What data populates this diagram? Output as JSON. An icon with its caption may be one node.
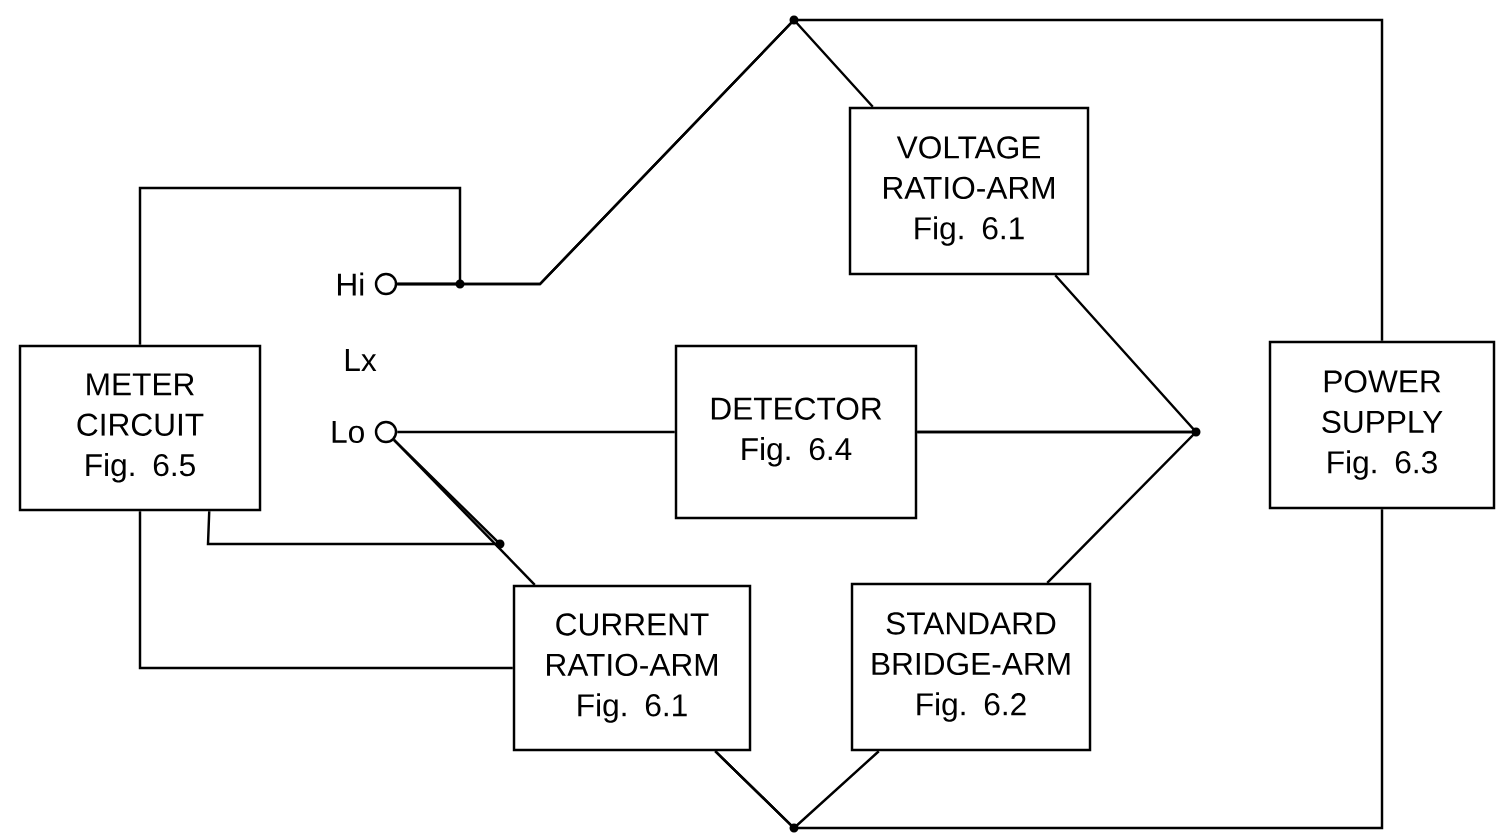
{
  "diagram": {
    "nodes": [
      {
        "text": [
          "METER CIRCUIT",
          "Fig. 6.5"
        ]
      },
      {
        "text": [],
        "shape": "circle",
        "beside": [
          "Hi"
        ]
      },
      {
        "text": [],
        "shape": "circle",
        "beside": [
          "Lo"
        ]
      },
      {
        "text": [
          "DETECTOR",
          "Fig. 6.4"
        ]
      },
      {
        "text": [
          "CURRENT RATIO-ARM",
          "Fig. 6.1"
        ]
      },
      {
        "text": [
          "VOLTAGE RATIO-ARM",
          "Fig. 6.1"
        ]
      },
      {
        "text": [
          "STANDARD BRIDGE-ARM",
          "Fig. 6.2"
        ]
      },
      {
        "text": [
          "POWER SUPPLY",
          "Fig. 6.3"
        ]
      }
    ],
    "edges": [
      {
        "from": 0,
        "to": 1,
        "arrow": "none"
      },
      {
        "from": 1,
        "to": 5,
        "arrow": "none"
      },
      {
        "from": 1,
        "to": 7,
        "arrow": "none"
      },
      {
        "from": 2,
        "to": 3,
        "arrow": "none"
      },
      {
        "from": 0,
        "to": 2,
        "arrow": "none"
      },
      {
        "from": 2,
        "to": 4,
        "arrow": "none"
      },
      {
        "from": 0,
        "to": 4,
        "arrow": "none"
      },
      {
        "from": 4,
        "to": 6,
        "arrow": "none"
      },
      {
        "from": 4,
        "to": 7,
        "arrow": "none"
      },
      {
        "from": 3,
        "to": 5,
        "arrow": "none"
      },
      {
        "from": 3,
        "to": 6,
        "arrow": "none"
      }
    ],
    "labels": [
      "Lx"
    ]
  }
}
